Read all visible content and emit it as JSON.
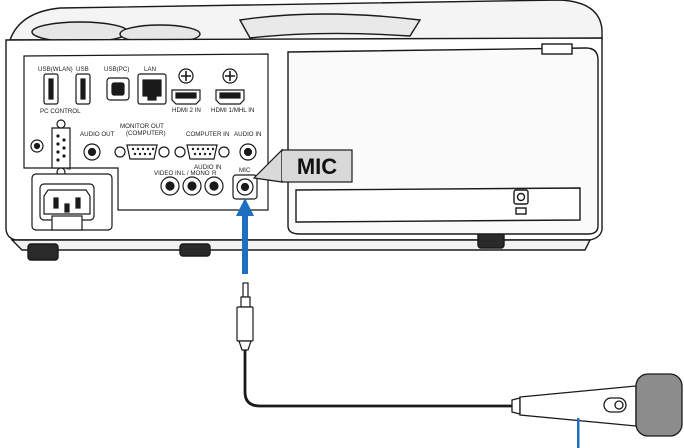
{
  "callout": {
    "text": "MIC"
  },
  "ports": {
    "usb_wlan": "USB(WLAN)",
    "usb": "USB",
    "usb_pc": "USB(PC)",
    "lan": "LAN",
    "hdmi2_in": "HDMI 2 IN",
    "hdmi1_mhl_in": "HDMI 1/MHL IN",
    "pc_control": "PC CONTROL",
    "audio_out": "AUDIO OUT",
    "monitor_out": "MONITOR OUT",
    "monitor_out_sub": "(COMPUTER)",
    "computer_in": "COMPUTER IN",
    "audio_in": "AUDIO IN",
    "video_in": "VIDEO IN",
    "audio_in_lr": "AUDIO IN",
    "l_mono": "L / MONO",
    "r": "R",
    "mic": "MIC",
    "ac_symbol": "~"
  },
  "colors": {
    "arrow": "#1e6fc0",
    "outline": "#1a1a1a",
    "mic_head": "#8c8c8c",
    "callout_bg": "#d9d9d9"
  }
}
